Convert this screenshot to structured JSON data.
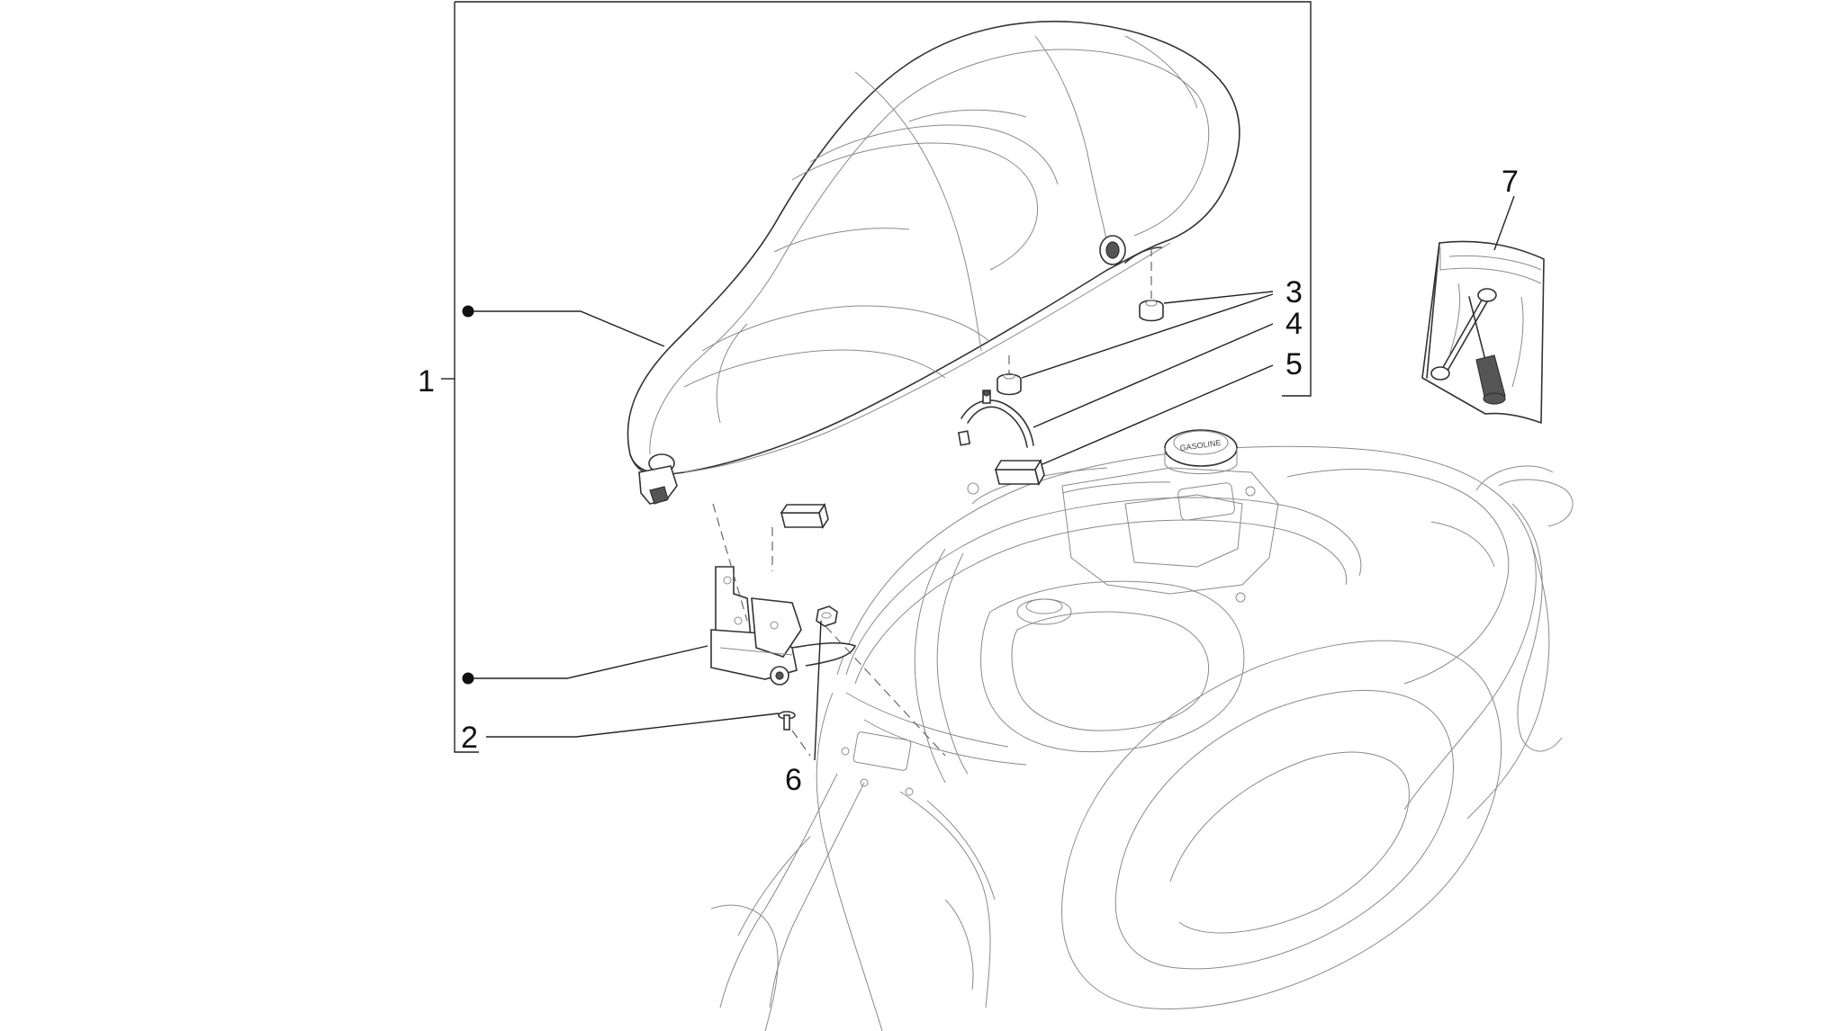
{
  "diagram": {
    "callouts": [
      "1",
      "2",
      "3",
      "4",
      "5",
      "6",
      "7"
    ],
    "part_labels": {
      "fuel_cap_marking": "GASOLINE"
    }
  }
}
